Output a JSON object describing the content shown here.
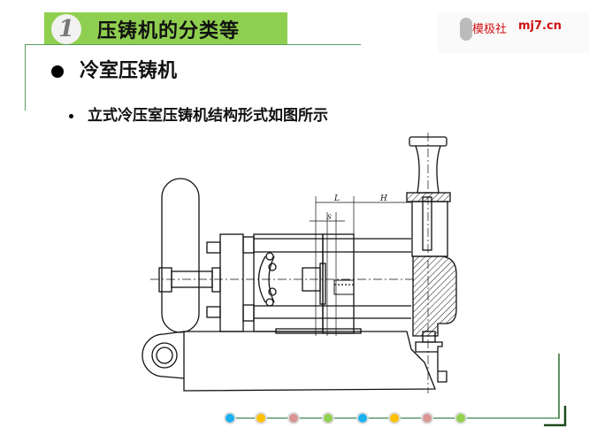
{
  "header": {
    "number": "1",
    "title": "压铸机的分类等"
  },
  "logo": {
    "name": "模极社",
    "url": "mj7.cn"
  },
  "heading": "冷室压铸机",
  "bullet": "立式冷压室压铸机结构形式如图所示",
  "figure": {
    "labels": {
      "L": "L",
      "H": "H",
      "S": "S"
    }
  },
  "footer": {
    "dot_colors": [
      "#1ab0ef",
      "#ffc000",
      "#d99594",
      "#92d050",
      "#1ab0ef",
      "#ffc000",
      "#d99594",
      "#92d050"
    ],
    "line_color": "#5a9a6a"
  }
}
